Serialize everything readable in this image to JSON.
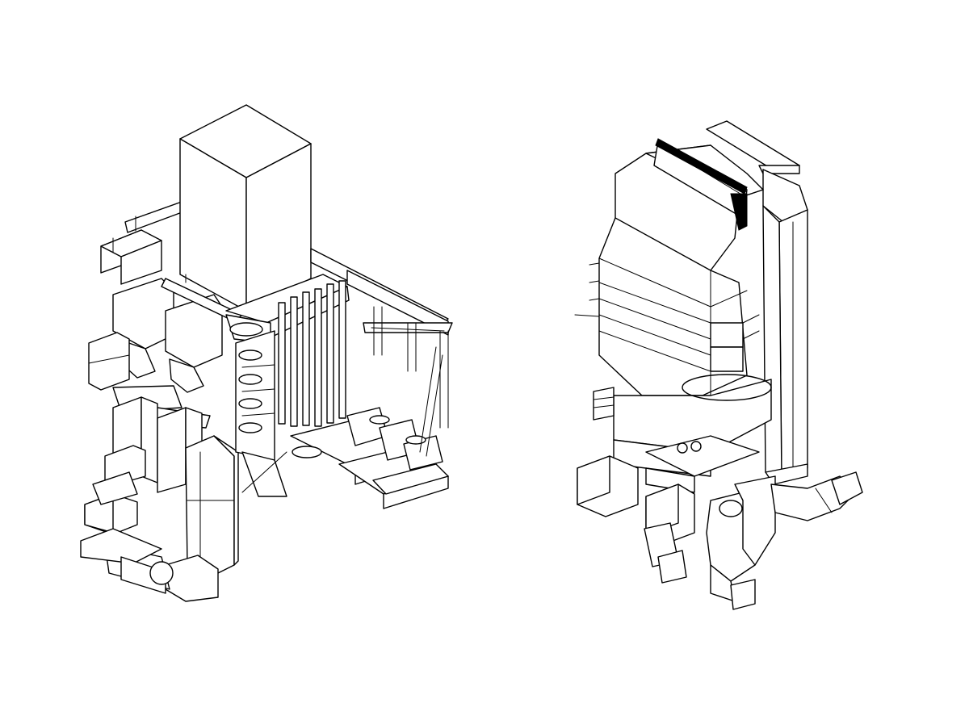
{
  "figure": {
    "background": "#ffffff",
    "line_color": "#000000",
    "style": "isometric line drawing",
    "drawings": [
      "boiler-plant-left",
      "boiler-unit-right"
    ]
  }
}
